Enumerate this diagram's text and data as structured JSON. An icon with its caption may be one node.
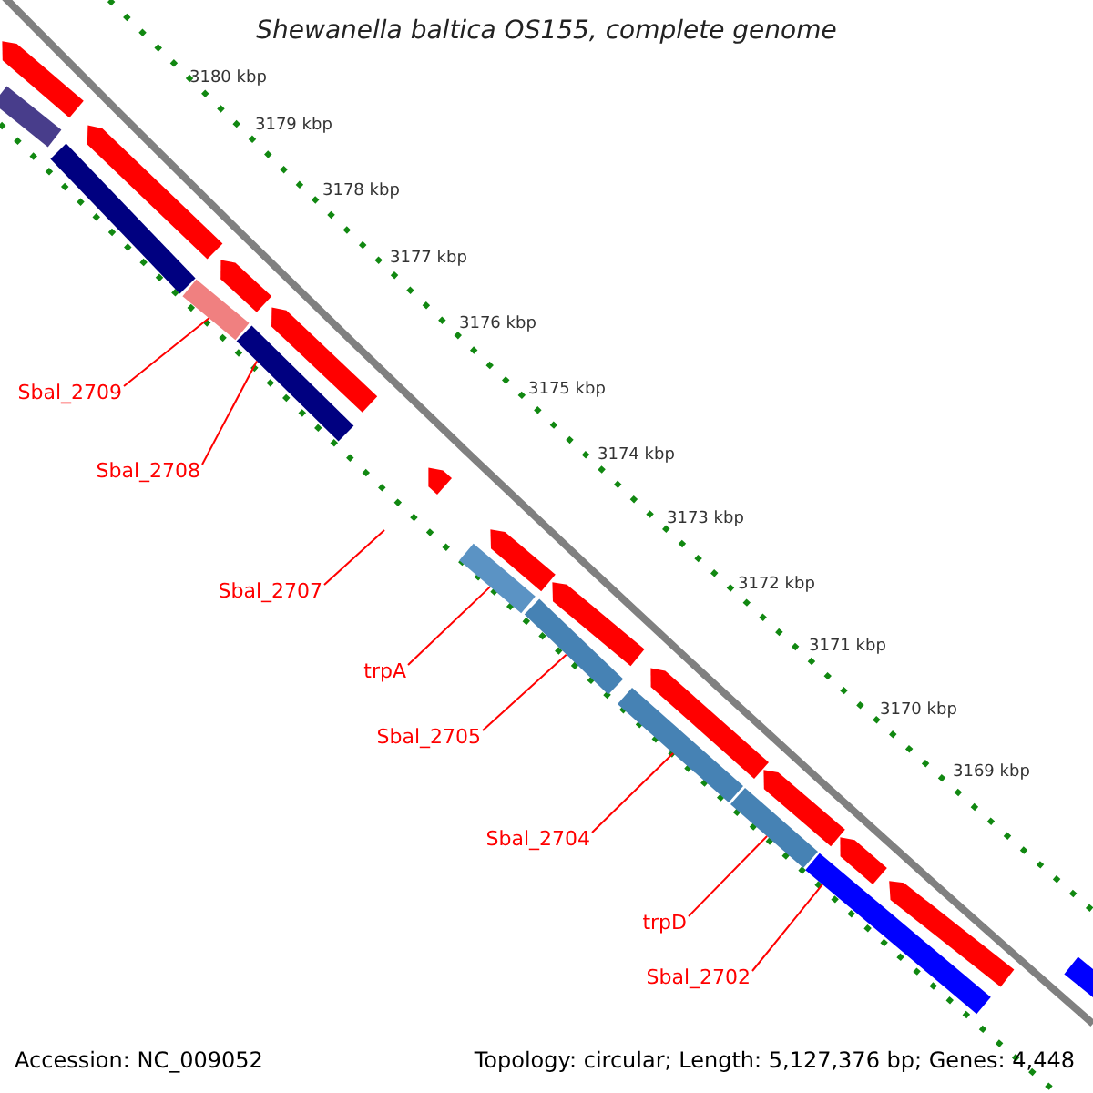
{
  "diagram": {
    "title": "Shewanella baltica OS155, complete genome",
    "nodes": [
      {
        "text": [
          "Sbal_2709"
        ]
      },
      {
        "text": [
          "Sbal_2708"
        ]
      },
      {
        "text": [
          "Sbal_2707"
        ]
      },
      {
        "text": [
          "trpA"
        ]
      },
      {
        "text": [
          "Sbal_2705"
        ]
      },
      {
        "text": [
          "Sbal_2704"
        ]
      },
      {
        "text": [
          "trpD"
        ]
      },
      {
        "text": [
          "Sbal_2702"
        ]
      },
      {
        "text": [],
        "shape": "arrow"
      },
      {
        "text": [],
        "shape": "bar"
      },
      {
        "text": [],
        "shape": "arrow"
      },
      {
        "text": [],
        "shape": "bar"
      },
      {
        "text": [],
        "shape": "arrow"
      },
      {
        "text": [],
        "shape": "bar"
      },
      {
        "text": [],
        "shape": "arrow"
      },
      {
        "text": [],
        "shape": "bar"
      },
      {
        "text": [],
        "shape": "arrow"
      },
      {
        "text": [],
        "shape": "arrow"
      },
      {
        "text": [],
        "shape": "bar"
      },
      {
        "text": [],
        "shape": "arrow"
      },
      {
        "text": [],
        "shape": "bar"
      },
      {
        "text": [],
        "shape": "arrow"
      },
      {
        "text": [],
        "shape": "bar"
      },
      {
        "text": [],
        "shape": "arrow"
      },
      {
        "text": [],
        "shape": "bar"
      },
      {
        "text": [],
        "shape": "arrow"
      },
      {
        "text": [],
        "shape": "bar"
      },
      {
        "text": [],
        "shape": "arrow"
      },
      {
        "text": [],
        "shape": "bar"
      }
    ],
    "edges": [
      {
        "from": 0,
        "to": 13,
        "arrow": "none"
      },
      {
        "from": 1,
        "to": 15,
        "arrow": "none"
      },
      {
        "from": 2,
        "to": null,
        "arrow": "none"
      },
      {
        "from": 3,
        "to": 18,
        "arrow": "none"
      },
      {
        "from": 4,
        "to": 20,
        "arrow": "none"
      },
      {
        "from": 5,
        "to": 22,
        "arrow": "none"
      },
      {
        "from": 6,
        "to": 24,
        "arrow": "none"
      },
      {
        "from": 7,
        "to": 26,
        "arrow": "none"
      }
    ],
    "labels": [
      "3180 kbp",
      "3179 kbp",
      "3178 kbp",
      "3177 kbp",
      "3176 kbp",
      "3175 kbp",
      "3174 kbp",
      "3173 kbp",
      "3172 kbp",
      "3171 kbp",
      "3170 kbp",
      "3169 kbp",
      "Accession: NC_009052",
      "Topology: circular; Length: 5,127,376 bp; Genes: 4,448"
    ]
  }
}
